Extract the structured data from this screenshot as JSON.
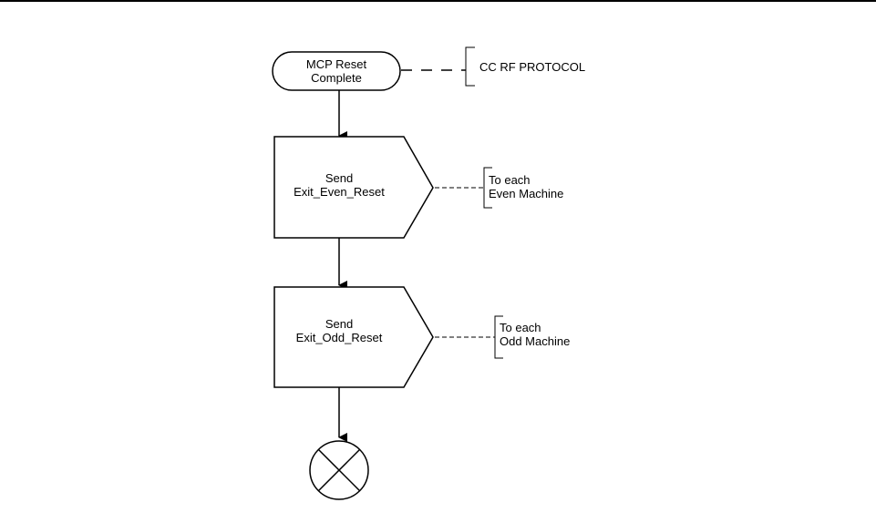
{
  "diagram": {
    "start": {
      "line1": "MCP Reset",
      "line2": "Complete"
    },
    "start_annotation": "CC RF PROTOCOL",
    "send_even": {
      "line1": "Send",
      "line2": "Exit_Even_Reset"
    },
    "even_annotation": {
      "line1": "To each",
      "line2": "Even Machine"
    },
    "send_odd": {
      "line1": "Send",
      "line2": "Exit_Odd_Reset"
    },
    "odd_annotation": {
      "line1": "To each",
      "line2": "Odd Machine"
    },
    "terminator_icon": "circle-x-terminator-icon"
  }
}
